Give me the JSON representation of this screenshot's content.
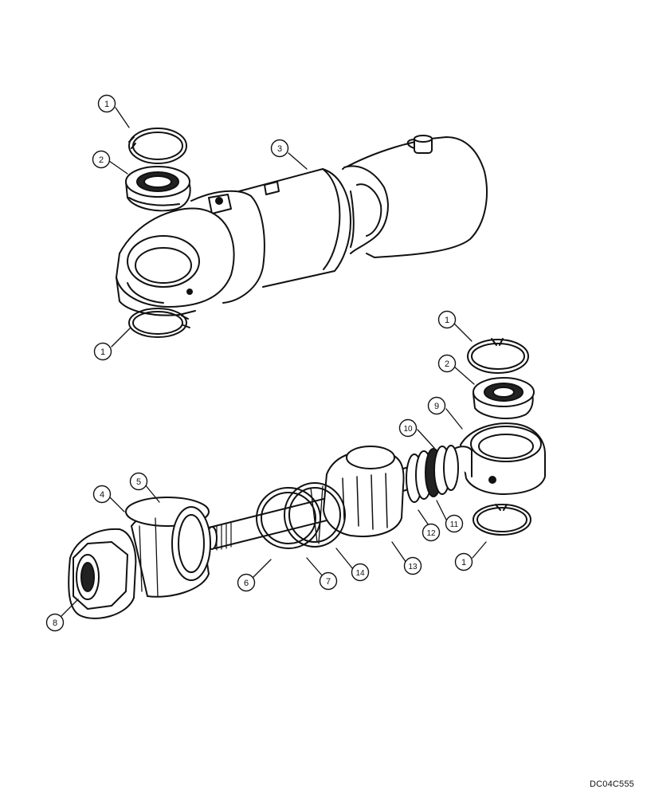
{
  "drawing": {
    "reference_code": "DC04C555",
    "callouts": [
      {
        "id": "c1a",
        "label": "1"
      },
      {
        "id": "c2a",
        "label": "2"
      },
      {
        "id": "c3",
        "label": "3"
      },
      {
        "id": "c1b",
        "label": "1"
      },
      {
        "id": "c1c",
        "label": "1"
      },
      {
        "id": "c2b",
        "label": "2"
      },
      {
        "id": "c9",
        "label": "9"
      },
      {
        "id": "c10",
        "label": "10"
      },
      {
        "id": "c4",
        "label": "4"
      },
      {
        "id": "c5",
        "label": "5"
      },
      {
        "id": "c12",
        "label": "12"
      },
      {
        "id": "c11",
        "label": "11"
      },
      {
        "id": "c1d",
        "label": "1"
      },
      {
        "id": "c6",
        "label": "6"
      },
      {
        "id": "c7",
        "label": "7"
      },
      {
        "id": "c14",
        "label": "14"
      },
      {
        "id": "c13",
        "label": "13"
      },
      {
        "id": "c8",
        "label": "8"
      }
    ]
  }
}
